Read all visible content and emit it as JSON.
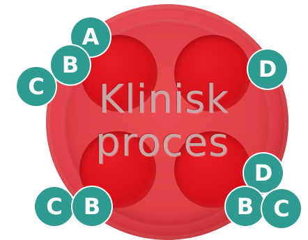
{
  "title_lines": [
    "Klinisk",
    "proces"
  ],
  "badges": {
    "top_a": "A",
    "top_b": "B",
    "top_c": "C",
    "right_d": "D",
    "bottom_left_c": "C",
    "bottom_left_b": "B",
    "bottom_right_d": "D",
    "bottom_right_b": "B",
    "bottom_right_c": "C"
  },
  "colors": {
    "button_red": "#e2434a",
    "hole_red": "#d9121b",
    "badge_teal": "#2f9a8f",
    "title_text": "#c9a6a6"
  }
}
